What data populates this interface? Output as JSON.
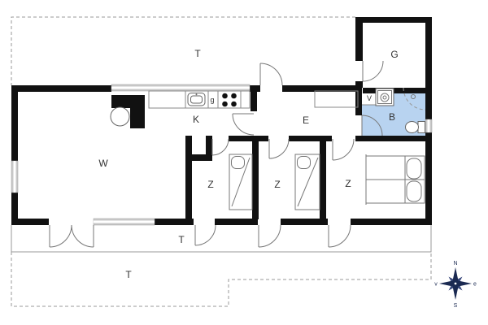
{
  "rooms": {
    "living": {
      "label": "W"
    },
    "kitchen": {
      "label": "K"
    },
    "stove_mark": {
      "label": "g"
    },
    "entrance": {
      "label": "E"
    },
    "utility": {
      "label": "V"
    },
    "bathroom": {
      "label": "B"
    },
    "annex": {
      "label": "G"
    },
    "bedroom1": {
      "label": "Z"
    },
    "bedroom2": {
      "label": "Z"
    },
    "bedroom3": {
      "label": "Z"
    },
    "terrace_top": {
      "label": "T"
    },
    "terrace_strip": {
      "label": "T"
    },
    "terrace_garden": {
      "label": "T"
    }
  },
  "compass": {
    "north": "N",
    "south": "S",
    "east": "e",
    "west": "v"
  },
  "colors": {
    "wall": "#111111",
    "bathroom_fill": "#b8d3f0",
    "compass": "#1b2a52",
    "compass_light": "#3a4a7d",
    "window_fill": "#c9c9c9",
    "line": "#777777",
    "dashed_line": "#999999",
    "label": "#333333"
  }
}
